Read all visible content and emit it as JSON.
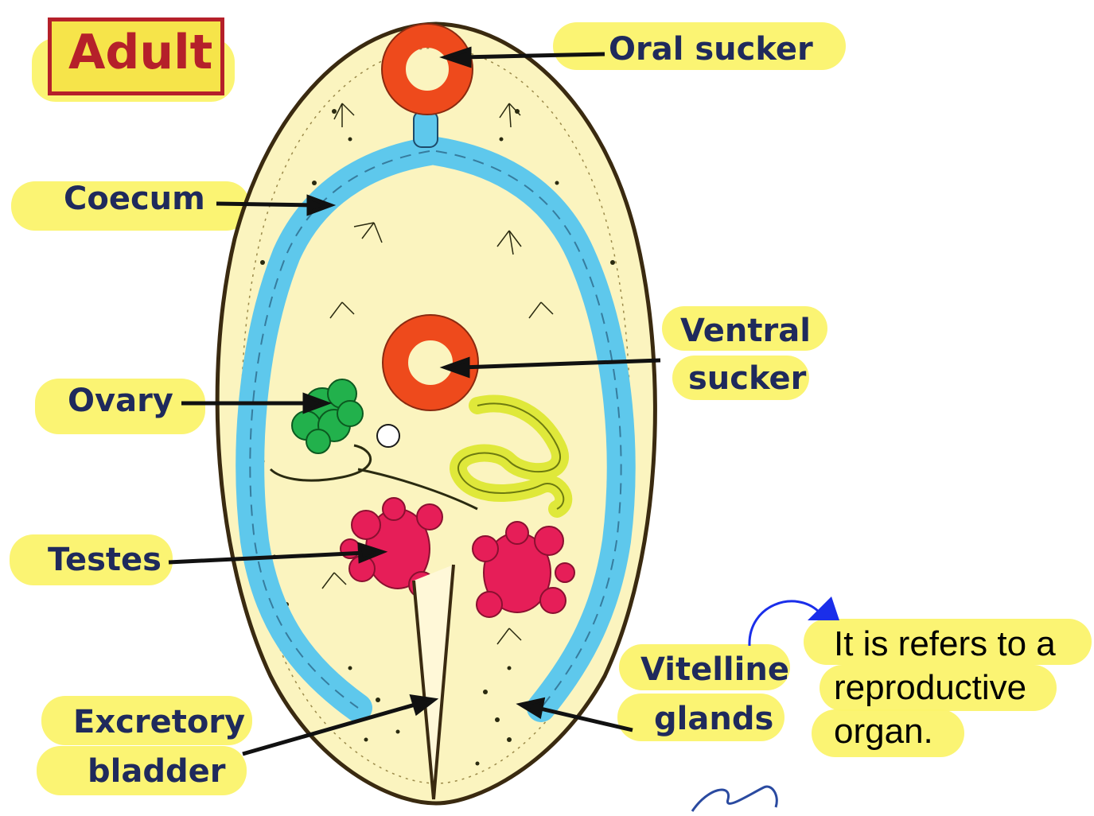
{
  "title": "Adult",
  "labels": {
    "oral_sucker": "Oral sucker",
    "coecum": "Coecum",
    "ventral_sucker_line1": "Ventral",
    "ventral_sucker_line2": "sucker",
    "ovary": "Ovary",
    "testes": "Testes",
    "vitelline_line1": "Vitelline",
    "vitelline_line2": "glands",
    "excretory_line1": "Excretory",
    "excretory_line2": "bladder"
  },
  "annotation": {
    "line1": "It is refers to a",
    "line2": "reproductive",
    "line3": "organ."
  },
  "colors": {
    "highlight": "#fbf36c",
    "body_fill": "#fbf4bf",
    "coecum": "#5ec8ec",
    "sucker": "#ee4a1c",
    "ovary": "#22b14c",
    "testes": "#e61e58",
    "uterus": "#dfe83a",
    "annotation_arrow": "#1a2eea",
    "title_border": "#b5202a"
  }
}
